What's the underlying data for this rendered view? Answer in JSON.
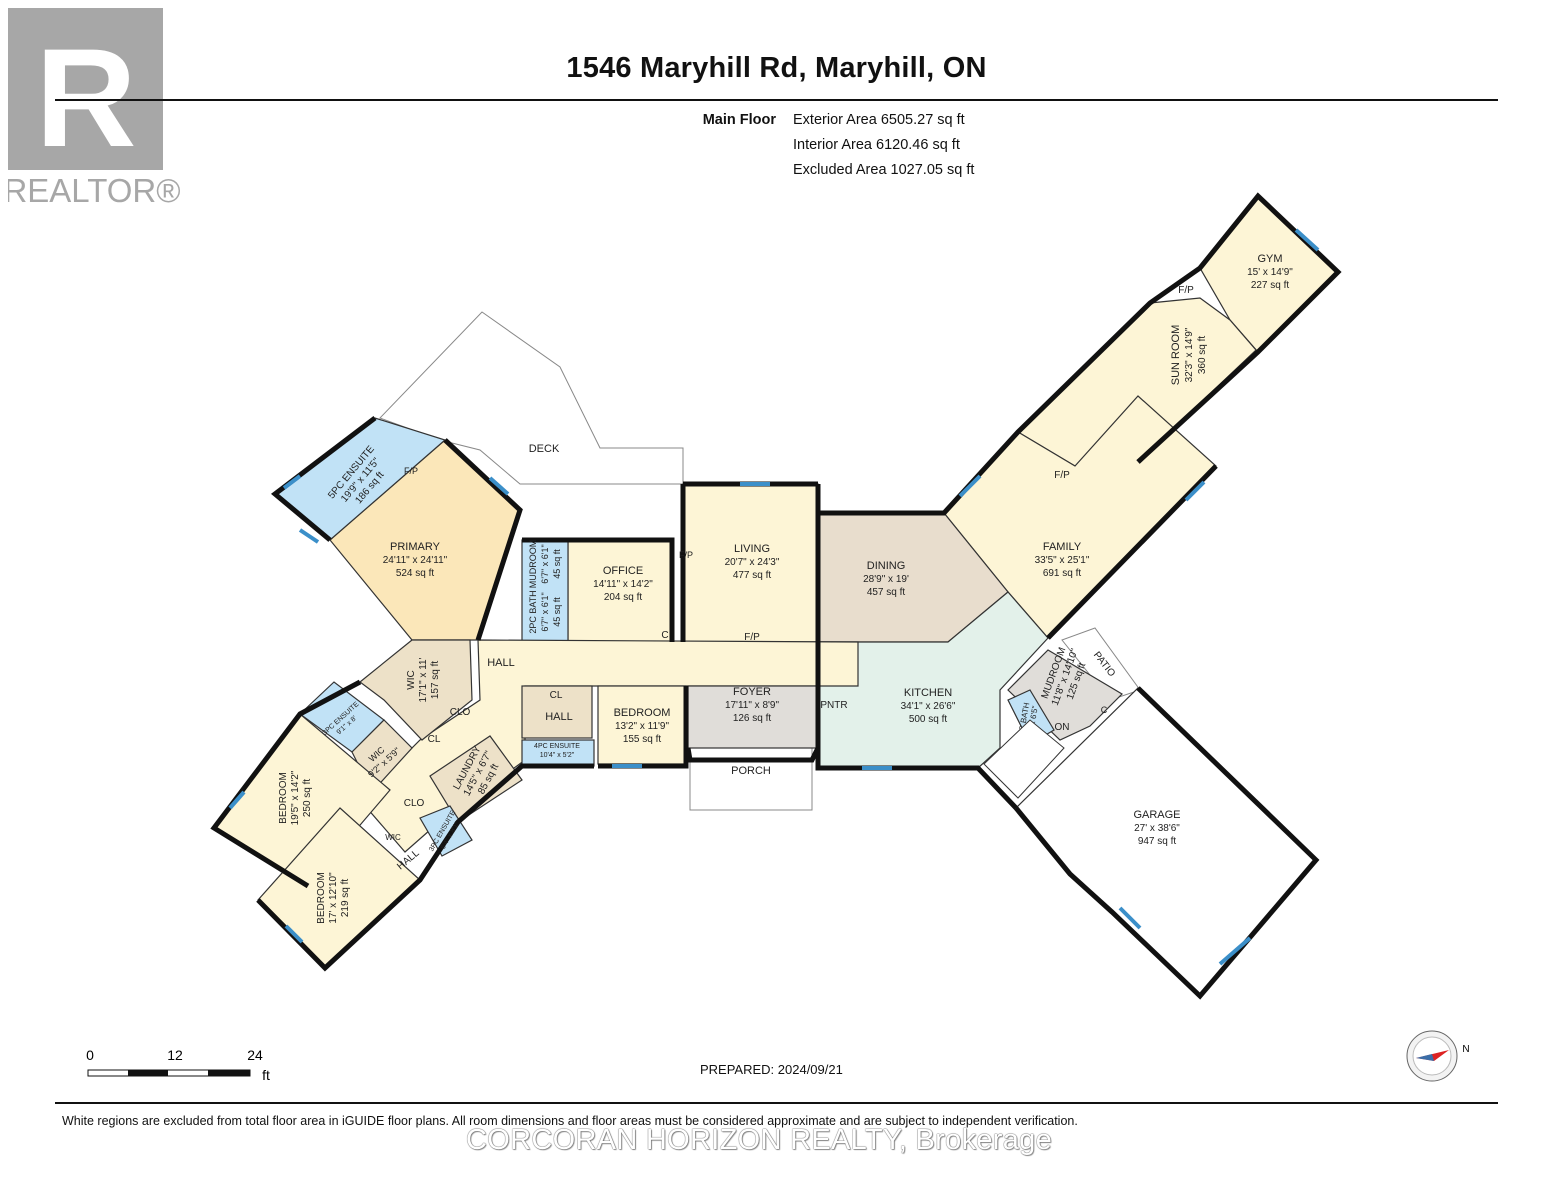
{
  "header": {
    "title": "1546 Maryhill Rd, Maryhill, ON",
    "floor_label": "Main Floor",
    "exterior_area": "Exterior Area 6505.27 sq ft",
    "interior_area": "Interior Area 6120.46 sq ft",
    "excluded_area": "Excluded Area 1027.05 sq ft"
  },
  "logo": {
    "text": "REALTOR®",
    "mark": "R"
  },
  "rooms": {
    "gym": {
      "name": "GYM",
      "dims": "15' x 14'9\"",
      "area": "227 sq ft"
    },
    "sun_room": {
      "name": "SUN ROOM",
      "dims": "32'3\" x 14'9\"",
      "area": "360 sq ft"
    },
    "family": {
      "name": "FAMILY",
      "dims": "33'5\" x 25'1\"",
      "area": "691 sq ft"
    },
    "dining": {
      "name": "DINING",
      "dims": "28'9\" x 19'",
      "area": "457 sq ft"
    },
    "living": {
      "name": "LIVING",
      "dims": "20'7\" x 24'3\"",
      "area": "477 sq ft"
    },
    "office": {
      "name": "OFFICE",
      "dims": "14'11\" x 14'2\"",
      "area": "204 sq ft"
    },
    "primary": {
      "name": "PRIMARY",
      "dims": "24'11\" x 24'11\"",
      "area": "524 sq ft"
    },
    "ensuite_5pc": {
      "name": "5PC ENSUITE",
      "dims": "19'9\" x 11'5\"",
      "area": "186 sq ft"
    },
    "mudroom_small": {
      "name": "MUDROOM",
      "dims": "6'7\" x 6'1\"",
      "area": "45 sq ft"
    },
    "bath_2pc": {
      "name": "2PC BATH",
      "dims": "6'7\" x 6'1\"",
      "area": "45 sq ft"
    },
    "kitchen": {
      "name": "KITCHEN",
      "dims": "34'1\" x 26'6\"",
      "area": "500 sq ft"
    },
    "foyer": {
      "name": "FOYER",
      "dims": "17'11\" x 8'9\"",
      "area": "126 sq ft"
    },
    "bedroom_center": {
      "name": "BEDROOM",
      "dims": "13'2\" x 11'9\"",
      "area": "155 sq ft"
    },
    "ensuite_4pc_a": {
      "name": "4PC ENSUITE",
      "dims": "10'4\" x 5'2\""
    },
    "wic_large": {
      "name": "WIC",
      "dims": "17'1\" x 11'",
      "area": "157 sq ft"
    },
    "ensuite_3pc_a": {
      "name": "3PC ENSUITE",
      "dims": "9'1\" x 8'"
    },
    "wic_small": {
      "name": "WIC",
      "dims": "9'2\" x 5'9\""
    },
    "laundry": {
      "name": "LAUNDRY",
      "dims": "14'5\" x 6'7\"",
      "area": "85 sq ft"
    },
    "bedroom_left": {
      "name": "BEDROOM",
      "dims": "19'5\" x 14'2\"",
      "area": "250 sq ft"
    },
    "bedroom_bottom": {
      "name": "BEDROOM",
      "dims": "17' x 12'10\"",
      "area": "219 sq ft"
    },
    "ensuite_3pc_b": {
      "name": "3PC ENSUITE",
      "dims": "6'4\" x 8'1\""
    },
    "mudroom": {
      "name": "MUDROOM",
      "dims": "11'8\" x 14'10\"",
      "area": "125 sq ft"
    },
    "bath_right": {
      "name": "2PC BATH",
      "dims": "6'2\" x 6'5\""
    },
    "garage": {
      "name": "GARAGE",
      "dims": "27' x 38'6\"",
      "area": "947 sq ft"
    }
  },
  "labels": {
    "deck": "DECK",
    "porch": "PORCH",
    "patio": "PATIO",
    "hall": "HALL",
    "cl": "CL",
    "clo": "CLO",
    "c": "C",
    "fp": "F/P",
    "pntr": "PNTR",
    "wic": "WIC",
    "on": "ON"
  },
  "scale_bar": {
    "ticks": [
      "0",
      "12",
      "24"
    ],
    "unit": "ft"
  },
  "prepared": "PREPARED: 2024/09/21",
  "footer": {
    "disclaimer": "White regions are excluded from total floor area in iGUIDE floor plans. All room dimensions and floor areas must be considered approximate and are subject to independent verification.",
    "brokerage": "CORCORAN HORIZON REALTY, Brokerage"
  },
  "colors": {
    "yellow": "#fdf5d6",
    "beige": "#ede1c8",
    "peach": "#fbe7b9",
    "blue": "#c1e2f6",
    "green": "#e3f1ea",
    "gray": "#e0ddd9",
    "dining": "#e8ddcd",
    "walls": "#111111",
    "windows": "#3b8fc9"
  }
}
